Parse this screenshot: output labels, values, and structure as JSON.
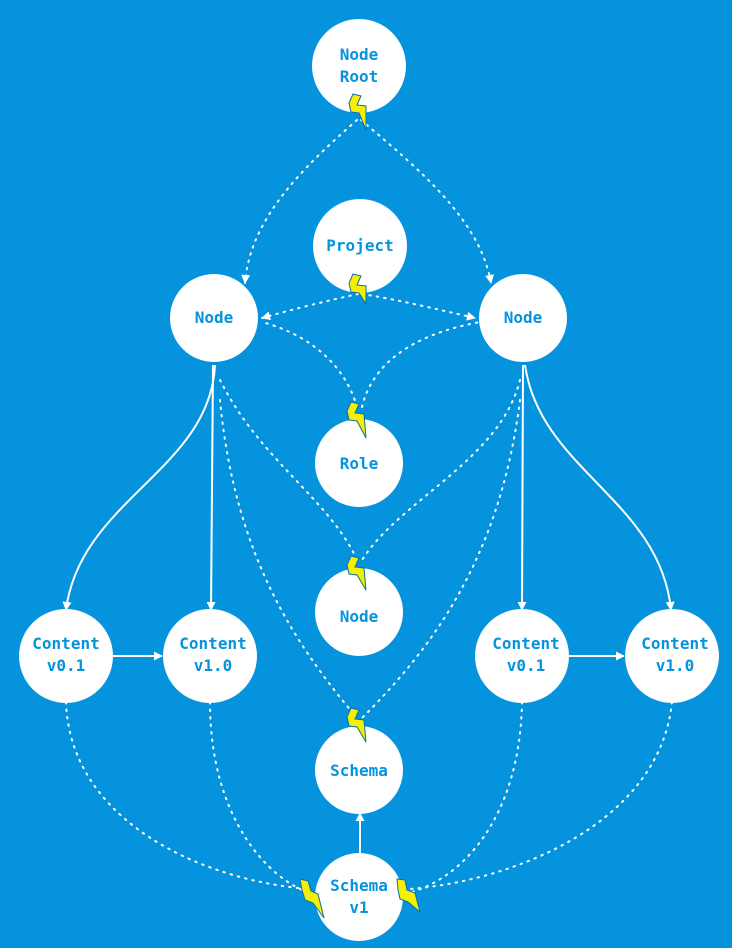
{
  "colors": {
    "background": "#0593DD",
    "node_fill": "#FFFFFF",
    "node_text": "#0593DD",
    "edge": "#FFFFFF",
    "bolt": "#F5F000"
  },
  "nodes": {
    "node_root": {
      "lines": [
        "Node",
        "Root"
      ]
    },
    "project": {
      "lines": [
        "Project"
      ]
    },
    "node_left": {
      "lines": [
        "Node"
      ]
    },
    "node_right": {
      "lines": [
        "Node"
      ]
    },
    "role": {
      "lines": [
        "Role"
      ]
    },
    "node_center": {
      "lines": [
        "Node"
      ]
    },
    "content_l01": {
      "lines": [
        "Content",
        "v0.1"
      ]
    },
    "content_l10": {
      "lines": [
        "Content",
        "v1.0"
      ]
    },
    "content_r01": {
      "lines": [
        "Content",
        "v0.1"
      ]
    },
    "content_r10": {
      "lines": [
        "Content",
        "v1.0"
      ]
    },
    "schema": {
      "lines": [
        "Schema"
      ]
    },
    "schema_v1": {
      "lines": [
        "Schema",
        "v1"
      ]
    }
  },
  "icons": {
    "connector": "lightning-bolt-icon"
  }
}
